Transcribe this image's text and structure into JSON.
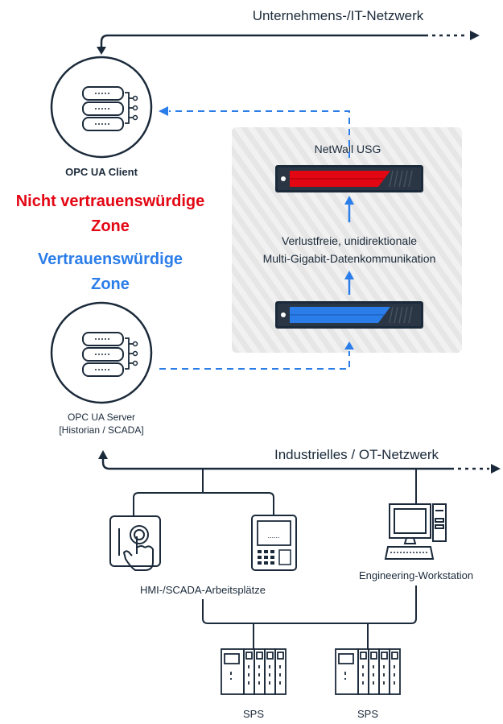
{
  "labels": {
    "it_network": "Unternehmens-/IT-Netzwerk",
    "ot_network": "Industrielles / OT-Netzwerk",
    "client": "OPC UA Client",
    "untrusted_line1": "Nicht vertrauenswürdige",
    "untrusted_line2": "Zone",
    "trusted_line1": "Vertrauenswürdige",
    "trusted_line2": "Zone",
    "netwall": "NetWall USG",
    "lossless_line1": "Verlustfreie, unidirektionale",
    "lossless_line2": "Multi-Gigabit-Datenkommunikation",
    "server_line1": "OPC UA Server",
    "server_line2": "[Historian / SCADA]",
    "hmi": "HMI-/SCADA-Arbeitsplätze",
    "engineering": "Engineering-Workstation",
    "sps1": "SPS",
    "sps2": "SPS",
    "hmi_screen_dots": "......"
  },
  "colors": {
    "line": "#1b2a3a",
    "dashed": "#2b7de9",
    "untrusted": "#e30613",
    "trusted": "#2b7de9",
    "panel": "#eeeeee"
  }
}
